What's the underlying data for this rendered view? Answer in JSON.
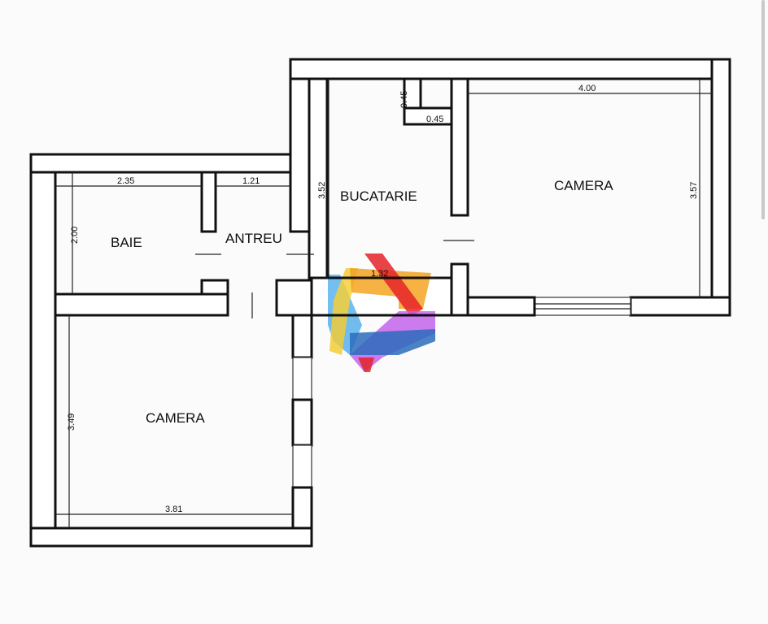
{
  "rooms": {
    "baie": "BAIE",
    "antreu": "ANTREU",
    "bucatarie": "BUCATARIE",
    "camera_right": "CAMERA",
    "camera_left": "CAMERA"
  },
  "dimensions": {
    "baie_width": "2.35",
    "baie_height": "2.00",
    "antreu_width": "1.21",
    "bucatarie_height": "3.52",
    "notch_vertical": "0.45",
    "notch_horizontal": "0.45",
    "camera_right_width": "4.00",
    "camera_right_height": "3.57",
    "camera_left_height": "3.49",
    "camera_left_width": "3.81",
    "bucatarie_width": "1.32"
  },
  "logo": {
    "colors": [
      "#e8232a",
      "#f5a623",
      "#f7d038",
      "#5ab4f0",
      "#2d6fc0",
      "#c45cf0",
      "#7a2fb0"
    ]
  }
}
